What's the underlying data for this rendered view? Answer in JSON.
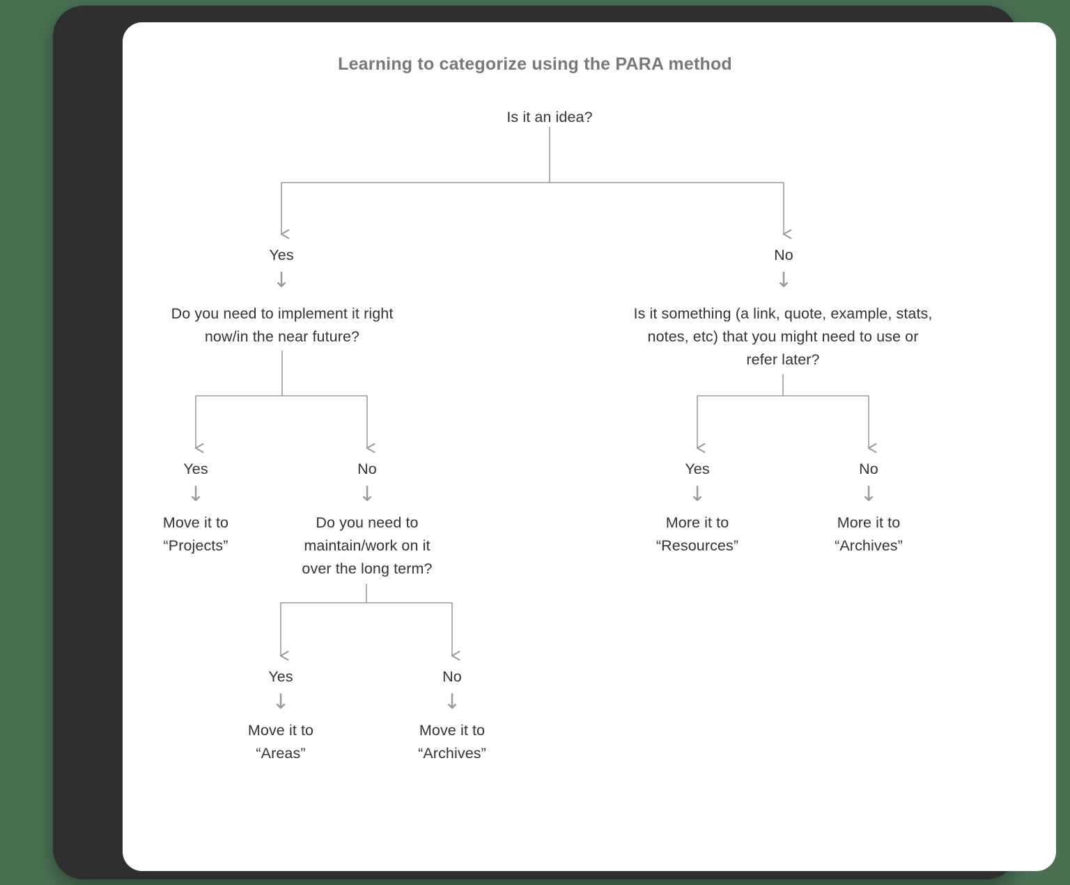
{
  "title": "Learning to categorize using the PARA method",
  "colors": {
    "background": "#4a7052",
    "frame": "#2f2f2f",
    "card": "#ffffff",
    "title_text": "#787878",
    "body_text": "#333333",
    "connector": "#9a9a9a"
  },
  "icons": {
    "down_arrow": "↓"
  },
  "chart_data": {
    "type": "diagram",
    "diagram_kind": "decision-tree-flowchart",
    "title": "Learning to categorize using the PARA method",
    "nodes": [
      {
        "id": "root",
        "text": "Is it an idea?",
        "kind": "question"
      },
      {
        "id": "l1-yes",
        "text": "Yes",
        "kind": "edge-label"
      },
      {
        "id": "l1-no",
        "text": "No",
        "kind": "edge-label"
      },
      {
        "id": "q-implement",
        "text": "Do you need to implement it right\nnow/in the near future?",
        "kind": "question"
      },
      {
        "id": "q-something",
        "text": "Is it something (a link, quote, example, stats,\nnotes, etc) that you might need to use or\nrefer later?",
        "kind": "question"
      },
      {
        "id": "l2-yes",
        "text": "Yes",
        "kind": "edge-label"
      },
      {
        "id": "l2-no",
        "text": "No",
        "kind": "edge-label"
      },
      {
        "id": "leaf-projects",
        "text": "Move it to\n“Projects”",
        "kind": "outcome"
      },
      {
        "id": "q-maintain",
        "text": "Do you need to\nmaintain/work on it\nover the long term?",
        "kind": "question"
      },
      {
        "id": "l3-yes",
        "text": "Yes",
        "kind": "edge-label"
      },
      {
        "id": "l3-no",
        "text": "No",
        "kind": "edge-label"
      },
      {
        "id": "leaf-areas",
        "text": "Move it to\n“Areas”",
        "kind": "outcome"
      },
      {
        "id": "leaf-archives-1",
        "text": "Move it to\n“Archives”",
        "kind": "outcome"
      },
      {
        "id": "r2-yes",
        "text": "Yes",
        "kind": "edge-label"
      },
      {
        "id": "r2-no",
        "text": "No",
        "kind": "edge-label"
      },
      {
        "id": "leaf-resources",
        "text": "More it to\n“Resources”",
        "kind": "outcome"
      },
      {
        "id": "leaf-archives-2",
        "text": "More it to\n“Archives”",
        "kind": "outcome"
      }
    ],
    "edges": [
      {
        "from": "root",
        "to": "l1-yes",
        "label": ""
      },
      {
        "from": "root",
        "to": "l1-no",
        "label": ""
      },
      {
        "from": "l1-yes",
        "to": "q-implement",
        "label": ""
      },
      {
        "from": "l1-no",
        "to": "q-something",
        "label": ""
      },
      {
        "from": "q-implement",
        "to": "l2-yes",
        "label": ""
      },
      {
        "from": "q-implement",
        "to": "l2-no",
        "label": ""
      },
      {
        "from": "l2-yes",
        "to": "leaf-projects",
        "label": ""
      },
      {
        "from": "l2-no",
        "to": "q-maintain",
        "label": ""
      },
      {
        "from": "q-maintain",
        "to": "l3-yes",
        "label": ""
      },
      {
        "from": "q-maintain",
        "to": "l3-no",
        "label": ""
      },
      {
        "from": "l3-yes",
        "to": "leaf-areas",
        "label": ""
      },
      {
        "from": "l3-no",
        "to": "leaf-archives-1",
        "label": ""
      },
      {
        "from": "q-something",
        "to": "r2-yes",
        "label": ""
      },
      {
        "from": "q-something",
        "to": "r2-no",
        "label": ""
      },
      {
        "from": "r2-yes",
        "to": "leaf-resources",
        "label": ""
      },
      {
        "from": "r2-no",
        "to": "leaf-archives-2",
        "label": ""
      }
    ]
  },
  "nodes": {
    "root": "Is it an idea?",
    "l1_yes": "Yes",
    "l1_no": "No",
    "q_implement": "Do you need to implement it right\nnow/in the near future?",
    "q_something": "Is it something (a link, quote, example, stats,\nnotes, etc) that you might need to use or\nrefer later?",
    "l2_yes": "Yes",
    "l2_no": "No",
    "leaf_projects": "Move it to\n“Projects”",
    "q_maintain": "Do you need to\nmaintain/work on it\nover the long term?",
    "l3_yes": "Yes",
    "l3_no": "No",
    "leaf_areas": "Move it to\n“Areas”",
    "leaf_archives_1": "Move it to\n“Archives”",
    "r2_yes": "Yes",
    "r2_no": "No",
    "leaf_resources": "More it to\n“Resources”",
    "leaf_archives_2": "More it to\n“Archives”"
  }
}
